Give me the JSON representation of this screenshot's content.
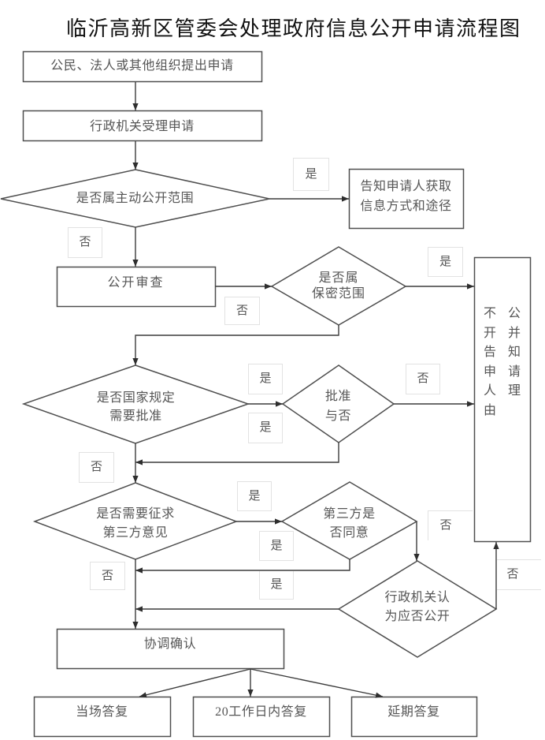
{
  "title": "临沂高新区管委会处理政府信息公开申请流程图",
  "colors": {
    "line": "#3c3c3c",
    "text": "#555555",
    "title": "#111111",
    "label_border": "#e2e2e2",
    "background": "#ffffff"
  },
  "nodes": {
    "apply": {
      "type": "process",
      "lines": [
        "公民、法人或其他组织提出申请"
      ]
    },
    "accept": {
      "type": "process",
      "lines": [
        "行政机关受理申请"
      ]
    },
    "is_active_disclosure": {
      "type": "decision",
      "lines": [
        "是否属主动公开范围"
      ]
    },
    "inform_method": {
      "type": "process",
      "lines": [
        "告知申请人获取",
        "信息方式和途径"
      ]
    },
    "review": {
      "type": "process",
      "lines": [
        "公开审查"
      ]
    },
    "is_confidential": {
      "type": "decision",
      "lines": [
        "是否属",
        "保密范围"
      ]
    },
    "refuse": {
      "type": "process",
      "text": "不公开并告知申请人理由"
    },
    "needs_approval": {
      "type": "decision",
      "lines": [
        "是否国家规定",
        "需要批准"
      ]
    },
    "approved": {
      "type": "decision",
      "lines": [
        "批准",
        "与否"
      ]
    },
    "needs_third_party": {
      "type": "decision",
      "lines": [
        "是否需要征求",
        "第三方意见"
      ]
    },
    "third_party_agrees": {
      "type": "decision",
      "lines": [
        "第三方是",
        "否同意"
      ]
    },
    "agency_decides": {
      "type": "decision",
      "lines": [
        "行政机关认",
        "为应否公开"
      ]
    },
    "coordinate": {
      "type": "process",
      "lines": [
        "协调确认"
      ]
    },
    "reply_immediate": {
      "type": "terminal",
      "lines": [
        "当场答复"
      ]
    },
    "reply_20_days": {
      "type": "terminal",
      "lines": [
        "20工作日内答复"
      ]
    },
    "reply_extended": {
      "type": "terminal",
      "lines": [
        "延期答复"
      ]
    }
  },
  "edges": [
    {
      "from": "apply",
      "to": "accept",
      "label": null
    },
    {
      "from": "accept",
      "to": "is_active_disclosure",
      "label": null
    },
    {
      "from": "is_active_disclosure",
      "to": "inform_method",
      "label": "是"
    },
    {
      "from": "is_active_disclosure",
      "to": "review",
      "label": "否"
    },
    {
      "from": "review",
      "to": "is_confidential",
      "label": null
    },
    {
      "from": "is_confidential",
      "to": "refuse",
      "label": "是"
    },
    {
      "from": "is_confidential",
      "to": "needs_approval",
      "label": "否"
    },
    {
      "from": "needs_approval",
      "to": "approved",
      "label": "是"
    },
    {
      "from": "approved",
      "to": "refuse",
      "label": "否"
    },
    {
      "from": "approved",
      "to": "needs_third_party",
      "label": "是"
    },
    {
      "from": "needs_approval",
      "to": "needs_third_party",
      "label": "否"
    },
    {
      "from": "needs_third_party",
      "to": "third_party_agrees",
      "label": "是"
    },
    {
      "from": "third_party_agrees",
      "to": "agency_decides",
      "label": "否"
    },
    {
      "from": "third_party_agrees",
      "to": "coordinate",
      "label": "是"
    },
    {
      "from": "needs_third_party",
      "to": "coordinate",
      "label": "否"
    },
    {
      "from": "agency_decides",
      "to": "coordinate",
      "label": "是"
    },
    {
      "from": "agency_decides",
      "to": "refuse",
      "label": "否"
    },
    {
      "from": "coordinate",
      "to": "reply_immediate",
      "label": null
    },
    {
      "from": "coordinate",
      "to": "reply_20_days",
      "label": null
    },
    {
      "from": "coordinate",
      "to": "reply_extended",
      "label": null
    }
  ]
}
